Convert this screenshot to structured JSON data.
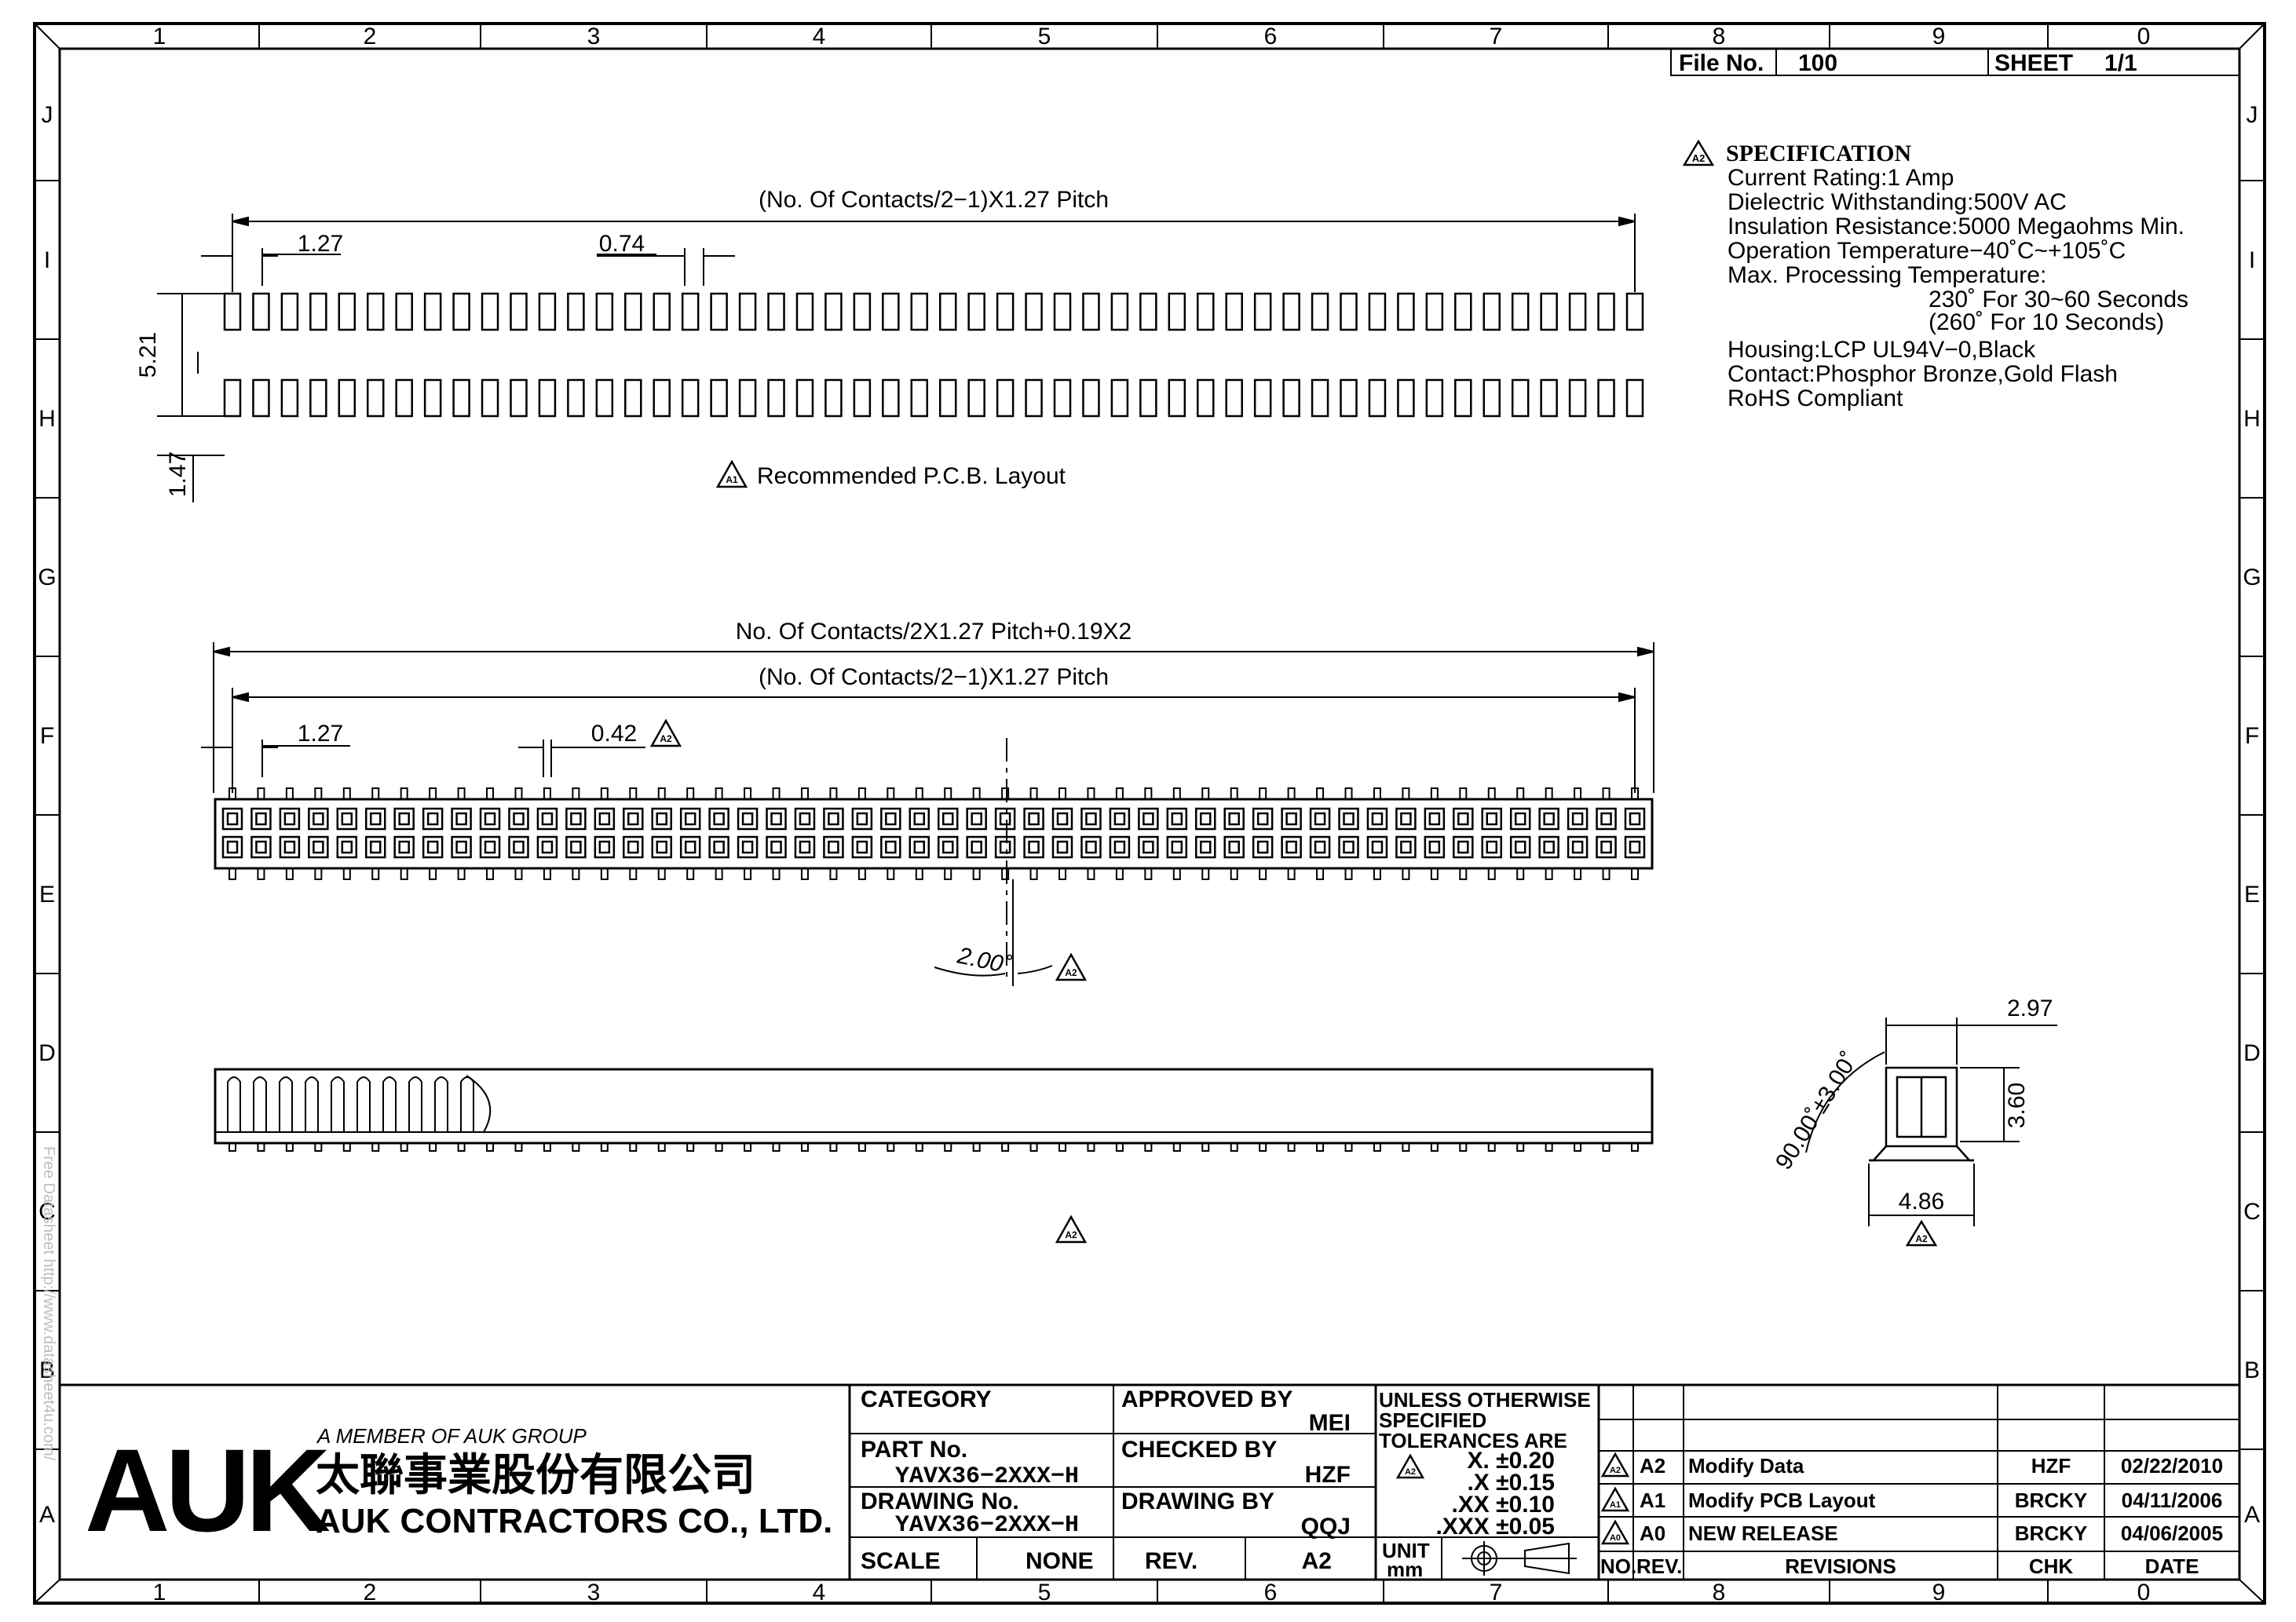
{
  "border": {
    "cols_top": [
      "1",
      "2",
      "3",
      "4",
      "5",
      "6",
      "7",
      "8",
      "9",
      "0"
    ],
    "cols_bottom": [
      "1",
      "2",
      "3",
      "4",
      "5",
      "6",
      "7",
      "8",
      "9",
      "0"
    ],
    "rows_left": [
      "J",
      "I",
      "H",
      "G",
      "F",
      "E",
      "D",
      "C",
      "B",
      "A"
    ],
    "rows_right": [
      "J",
      "I",
      "H",
      "G",
      "F",
      "E",
      "D",
      "C",
      "B",
      "A"
    ]
  },
  "file_block": {
    "file_label": "File No.",
    "file_value": "100",
    "sheet_label": "SHEET",
    "sheet_value": "1/1"
  },
  "spec": {
    "title": "SPECIFICATION",
    "marker": "A2",
    "lines": [
      "Current Rating:1 Amp",
      "Dielectric Withstanding:500V AC",
      "Insulation Resistance:5000 Megaohms Min.",
      "Operation Temperature−40˚C~+105˚C",
      "Max. Processing Temperature:",
      "230˚ For 30~60 Seconds",
      "(260˚ For 10 Seconds)",
      "Housing:LCP UL94V−0,Black",
      "Contact:Phosphor Bronze,Gold Flash",
      "RoHS Compliant"
    ]
  },
  "pcb_view": {
    "span_label": "(No. Of Contacts/2−1)X1.27 Pitch",
    "pitch": "1.27",
    "pad_width": "0.74",
    "row_spacing": "5.21",
    "pad_length": "1.47",
    "caption": "Recommended P.C.B. Layout",
    "caption_marker": "A1"
  },
  "front_view": {
    "overall_label": "No. Of Contacts/2X1.27 Pitch+0.19X2",
    "span_label": "(No. Of Contacts/2−1)X1.27 Pitch",
    "pitch": "1.27",
    "pin_width": "0.42",
    "pin_marker": "A2",
    "angle": "2.00˚",
    "angle_marker": "A2"
  },
  "side_view": {
    "marker": "A2"
  },
  "end_view": {
    "angle": "90.00˚±3.00˚",
    "width_top": "2.97",
    "height": "3.60",
    "width_bottom": "4.86",
    "marker": "A2"
  },
  "title_block": {
    "company_member": "A MEMBER OF AUK GROUP",
    "logo": "AUK",
    "company_cn": "太聯事業股份有限公司",
    "company_en": "AUK CONTRACTORS CO., LTD.",
    "category_label": "CATEGORY",
    "part_label": "PART No.",
    "part_value": "YAVX36−2XXX−H",
    "drawing_label": "DRAWING No.",
    "drawing_value": "YAVX36−2XXX−H",
    "scale_label": "SCALE",
    "scale_value": "NONE",
    "approved_label": "APPROVED BY",
    "approved_value": "MEI",
    "checked_label": "CHECKED BY",
    "checked_value": "HZF",
    "drawn_label": "DRAWING BY",
    "drawn_value": "QQJ",
    "rev_label": "REV.",
    "rev_value": "A2",
    "tol_lines": [
      "UNLESS OTHERWISE",
      "SPECIFIED",
      "TOLERANCES ARE"
    ],
    "tol_x": "X.  ±0.20",
    "tol_1": ".X  ±0.15",
    "tol_2": ".XX  ±0.10",
    "tol_3": ".XXX  ±0.05",
    "unit_label": "UNIT",
    "unit_value": "mm"
  },
  "revisions": {
    "headers": [
      "NO.",
      "REV.",
      "REVISIONS",
      "CHK",
      "DATE"
    ],
    "rows": [
      {
        "no": "A2",
        "rev": "A2",
        "text": "Modify Data",
        "chk": "HZF",
        "date": "02/22/2010"
      },
      {
        "no": "A1",
        "rev": "A1",
        "text": "Modify PCB Layout",
        "chk": "BRCKY",
        "date": "04/11/2006"
      },
      {
        "no": "A0",
        "rev": "A0",
        "text": "NEW RELEASE",
        "chk": "BRCKY",
        "date": "04/06/2005"
      }
    ]
  },
  "watermark": "Free Datasheet http://www.datasheet4u.com/"
}
